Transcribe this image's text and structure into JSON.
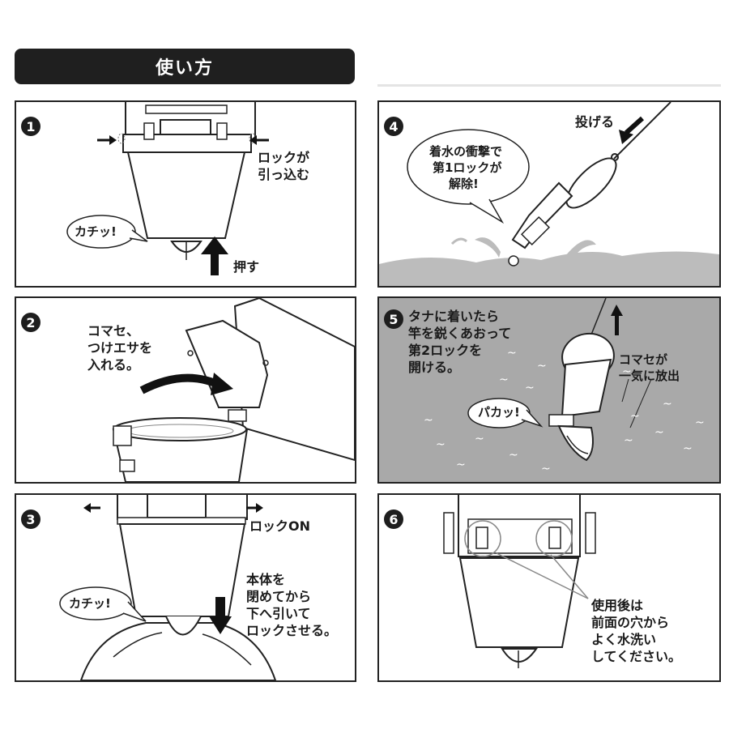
{
  "header": {
    "title": "使い方"
  },
  "steps": [
    {
      "number": "1",
      "lines": [
        "ロックが",
        "引っ込む"
      ],
      "sound": "カチッ!",
      "action": "押す"
    },
    {
      "number": "2",
      "lines": [
        "コマセ、",
        "つけエサを",
        "入れる。"
      ]
    },
    {
      "number": "3",
      "lock": "ロックON",
      "lines": [
        "本体を",
        "閉めてから",
        "下へ引いて",
        "ロックさせる。"
      ],
      "sound": "カチッ!"
    },
    {
      "number": "4",
      "action": "投げる",
      "bubble_lines": [
        "着水の衝撃で",
        "第1ロックが",
        "解除!"
      ]
    },
    {
      "number": "5",
      "lines": [
        "タナに着いたら",
        "竿を鋭くあおって",
        "第2ロックを",
        "開ける。"
      ],
      "sound": "パカッ!",
      "release_lines": [
        "コマセが",
        "一気に放出"
      ]
    },
    {
      "number": "6",
      "lines": [
        "使用後は",
        "前面の穴から",
        "よく水洗い",
        "してください。"
      ]
    }
  ],
  "colors": {
    "header_bg": "#1f1f1f",
    "ink": "#1a1a1a",
    "panel5_bg": "#a9a9a9",
    "water": "#bcbcbc"
  }
}
